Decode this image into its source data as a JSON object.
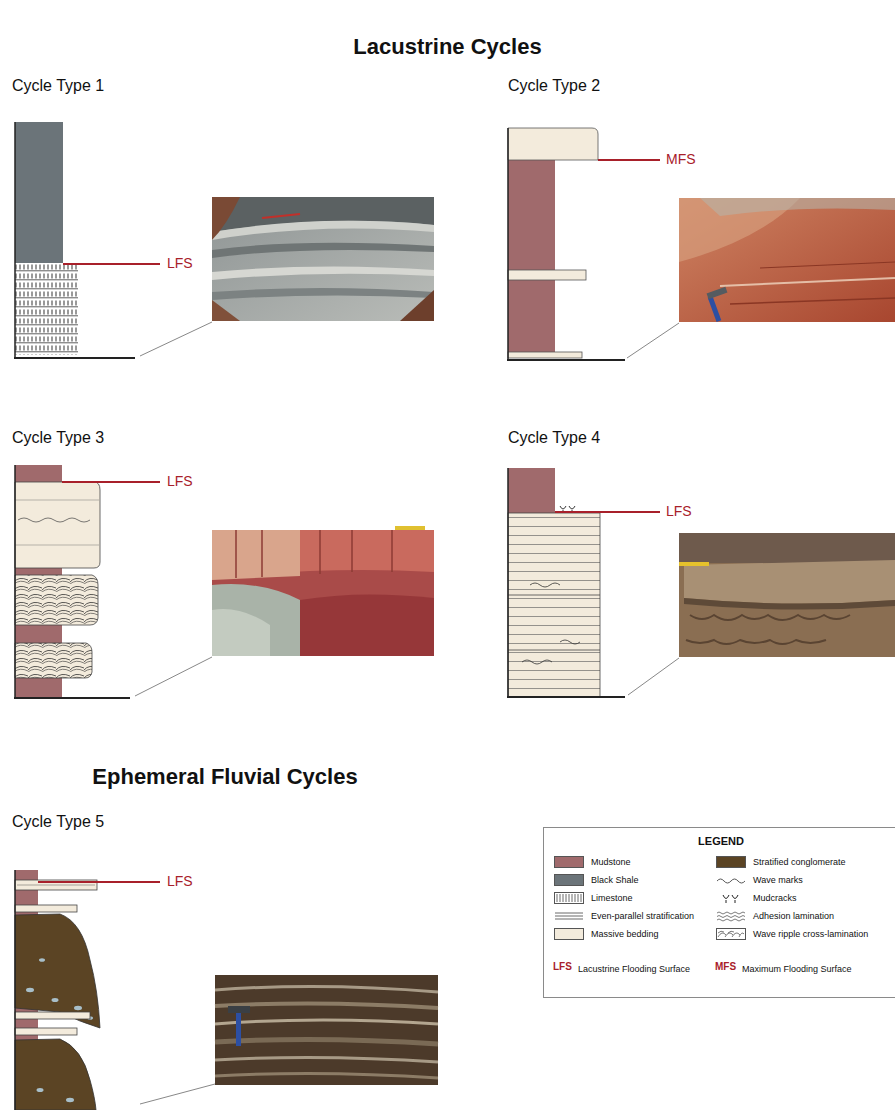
{
  "diagram": {
    "nodes": [
      {
        "text": [
          "LEGEND"
        ]
      }
    ],
    "labels": [
      "Lacustrine Cycles",
      "Cycle Type 1",
      "LFS",
      "Cycle Type 2",
      "MFS",
      "Cycle Type 3",
      "LFS",
      "Cycle Type 4",
      "LFS",
      "Ephemeral Fluvial Cycles",
      "Cycle Type 5",
      "LFS",
      "LFS",
      "MFS"
    ],
    "legend": [
      {
        "text": "Mudstone",
        "color": "#a06a6c"
      },
      {
        "text": "Black Shale",
        "color": "#6b7479"
      },
      {
        "text": "Limestone"
      },
      {
        "text": "Even-parallel stratification"
      },
      {
        "text": "Massive bedding",
        "color": "#f3ebdc"
      },
      {
        "text": "Stratified conglomerate",
        "color": "#5b4424"
      },
      {
        "text": "Wave marks"
      },
      {
        "text": "Mudcracks"
      },
      {
        "text": "Adhesion lamination"
      },
      {
        "text": "Wave ripple cross-lamination"
      },
      {
        "text": "Lacustrine Flooding Surface"
      },
      {
        "text": "Maximum Flooding Surface"
      }
    ]
  }
}
